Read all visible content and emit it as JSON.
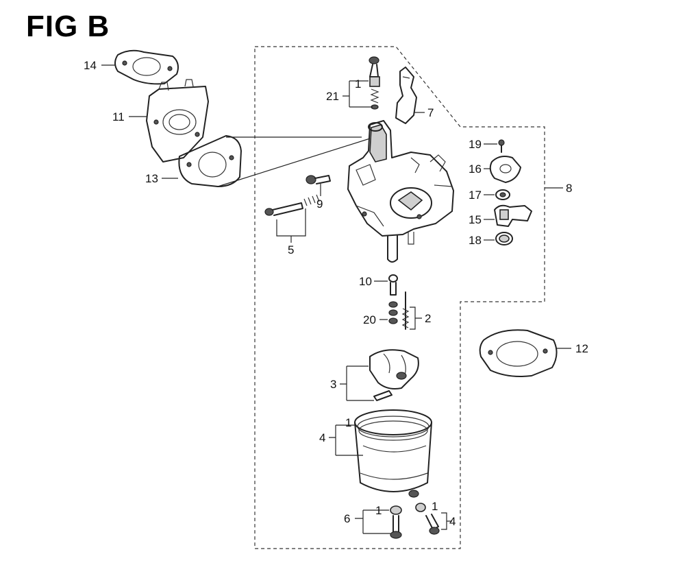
{
  "title": "FIG B",
  "callouts": {
    "c14": "14",
    "c11": "11",
    "c13": "13",
    "c21": "21",
    "c1a": "1",
    "c7": "7",
    "c9": "9",
    "c5": "5",
    "c19": "19",
    "c16": "16",
    "c17": "17",
    "c15": "15",
    "c18": "18",
    "c8": "8",
    "c10": "10",
    "c20": "20",
    "c2": "2",
    "c3": "3",
    "c12": "12",
    "c4a": "4",
    "c1b": "1",
    "c6": "6",
    "c1c": "1",
    "c1d": "1",
    "c4b": "4"
  }
}
